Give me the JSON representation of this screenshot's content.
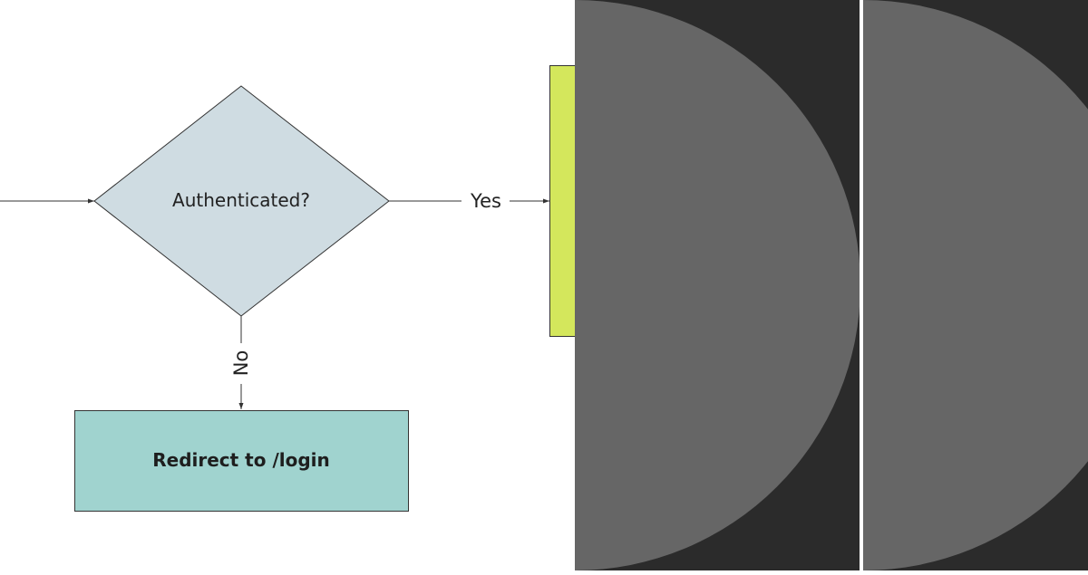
{
  "diagram": {
    "decision": {
      "label": "Authenticated?"
    },
    "edges": {
      "yes_label": "Yes",
      "no_label": "No"
    },
    "redirect_box": {
      "label": "Redirect to /login"
    }
  },
  "colors": {
    "decision_fill": "#cfdce2",
    "redirect_fill": "#a0d3cf",
    "yes_target_fill": "#d4e75c",
    "panel_bg": "#2b2b2b",
    "panel_shape": "#666666",
    "stroke": "#333333"
  }
}
